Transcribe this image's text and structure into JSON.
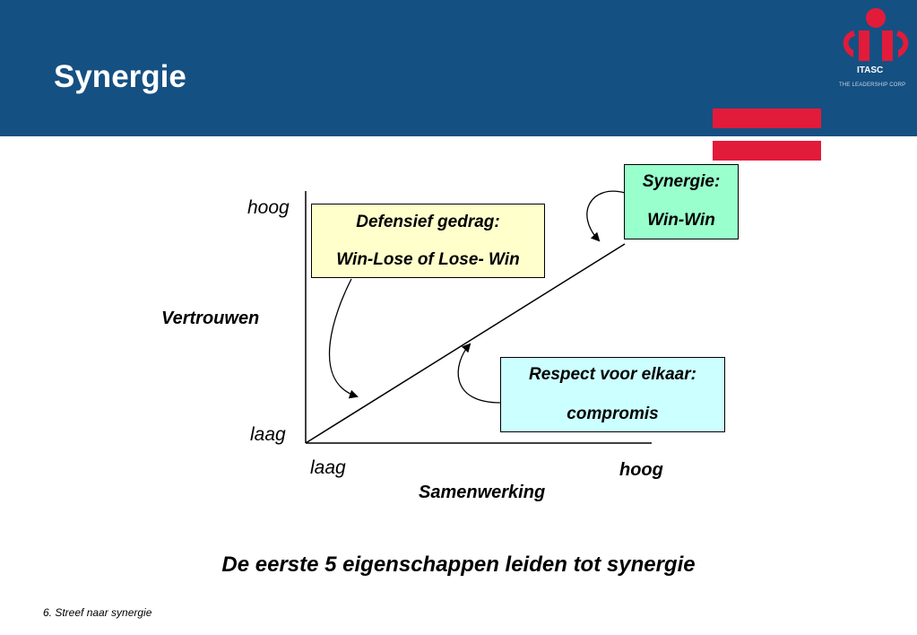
{
  "header": {
    "title": "Synergie",
    "logo_text": "ITASC",
    "logo_tagline": "THE LEADERSHIP CORP",
    "background_color": "#155082",
    "accent_color": "#e21b3a"
  },
  "diagram": {
    "y_axis_label": "Vertrouwen",
    "y_high": "hoog",
    "y_low": "laag",
    "x_axis_label": "Samenwerking",
    "x_low": "laag",
    "x_high": "hoog",
    "boxes": [
      {
        "line1": "Defensief gedrag:",
        "line2": "Win-Lose of Lose- Win",
        "color": "#ffffcc"
      },
      {
        "line1": "Synergie:",
        "line2": "Win-Win",
        "color": "#99ffcc"
      },
      {
        "line1": "Respect voor elkaar:",
        "line2": "compromis",
        "color": "#ccffff"
      }
    ]
  },
  "footer": {
    "main": "De eerste 5 eigenschappen leiden tot synergie",
    "note": "6. Streef naar synergie"
  }
}
